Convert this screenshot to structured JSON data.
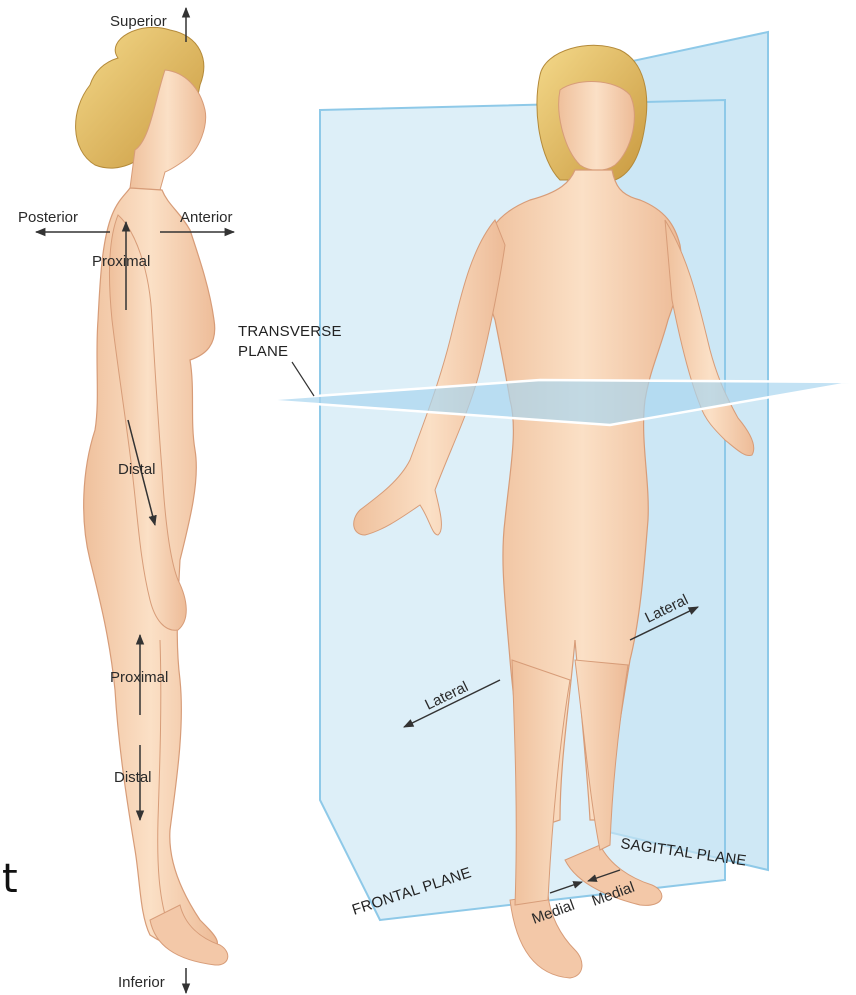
{
  "labels": {
    "superior": "Superior",
    "inferior": "Inferior",
    "posterior": "Posterior",
    "anterior": "Anterior",
    "proximal_arm": "Proximal",
    "distal_arm": "Distal",
    "proximal_leg": "Proximal",
    "distal_leg": "Distal",
    "transverse_1": "TRANSVERSE",
    "transverse_2": "PLANE",
    "frontal_plane": "FRONTAL PLANE",
    "sagittal_plane": "SAGITTAL PLANE",
    "lateral_left": "Lateral",
    "lateral_right": "Lateral",
    "medial_left": "Medial",
    "medial_right": "Medial",
    "edge_glyph": "t"
  },
  "colors": {
    "plane_fill": "#bfe0f2",
    "plane_edge": "#8ec9e8",
    "skin": "#f6d2b3",
    "skin_shadow": "#e9b08c",
    "hair": "#e8c46a",
    "arrow": "#333333"
  }
}
